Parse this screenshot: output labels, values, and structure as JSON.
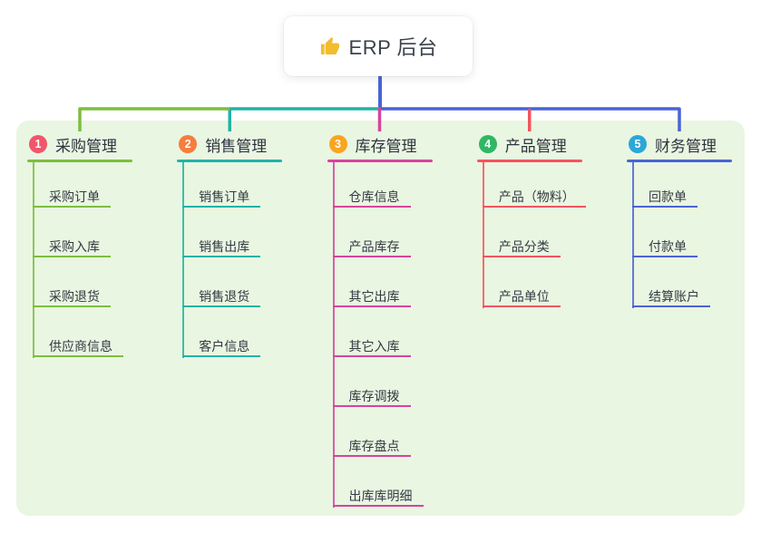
{
  "root": {
    "label": "ERP 后台",
    "icon": "thumbs-up",
    "line_color": "#4a64d4"
  },
  "colors": {
    "page_bg": "#ffffff",
    "panel_bg": "#e9f6e2",
    "root_text": "#3b414c",
    "branch_text": "#2e333d",
    "child_text": "#343a42",
    "thumb_icon": "#f2bd2e"
  },
  "branches": [
    {
      "number": "1",
      "label": "采购管理",
      "badge_color": "#f0566a",
      "line_color": "#7dbe3e",
      "children": [
        "采购订单",
        "采购入库",
        "采购退货",
        "供应商信息"
      ]
    },
    {
      "number": "2",
      "label": "销售管理",
      "badge_color": "#f57d3e",
      "line_color": "#22b3a6",
      "children": [
        "销售订单",
        "销售出库",
        "销售退货",
        "客户信息"
      ]
    },
    {
      "number": "3",
      "label": "库存管理",
      "badge_color": "#f9a521",
      "line_color": "#d6449c",
      "children": [
        "仓库信息",
        "产品库存",
        "其它出库",
        "其它入库",
        "库存调拨",
        "库存盘点",
        "出库库明细"
      ]
    },
    {
      "number": "4",
      "label": "产品管理",
      "badge_color": "#30b763",
      "line_color": "#f2555e",
      "children": [
        "产品（物料）",
        "产品分类",
        "产品单位"
      ]
    },
    {
      "number": "5",
      "label": "财务管理",
      "badge_color": "#2ba7d9",
      "line_color": "#4a64d4",
      "children": [
        "回款单",
        "付款单",
        "结算账户"
      ]
    }
  ]
}
